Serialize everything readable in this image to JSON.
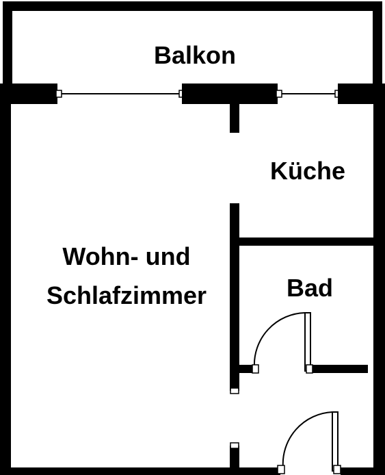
{
  "rooms": {
    "balcony": "Balkon",
    "kitchen": "Küche",
    "living_line1": "Wohn- und",
    "living_line2": "Schlafzimmer",
    "bath": "Bad"
  },
  "colors": {
    "wall": "#000000",
    "background": "#ffffff"
  }
}
